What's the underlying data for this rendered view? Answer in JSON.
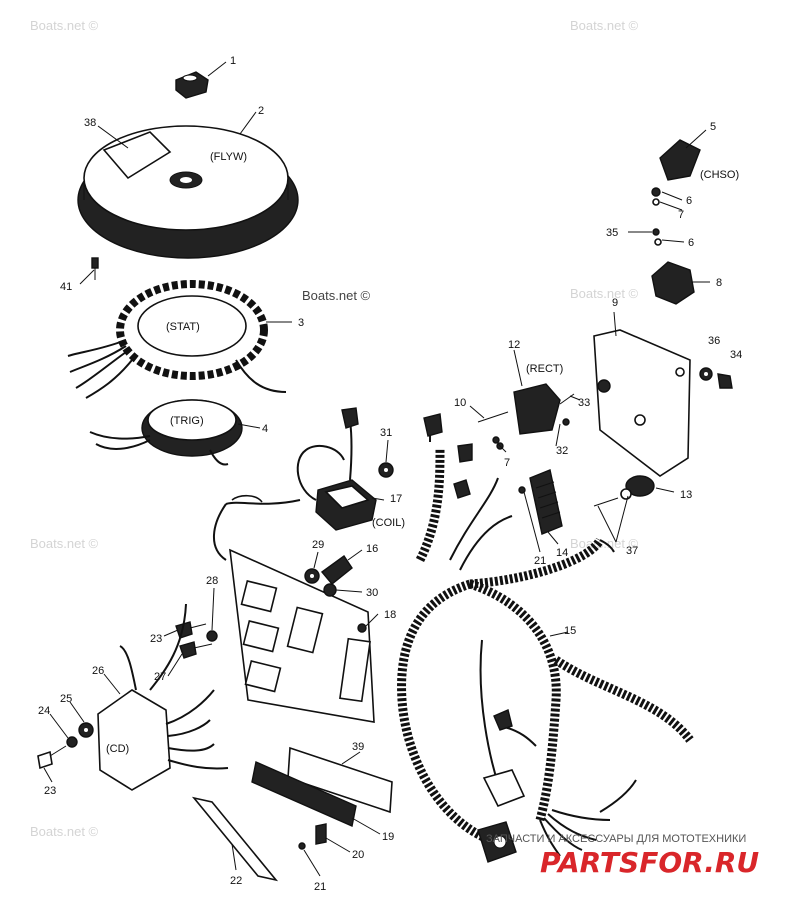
{
  "watermark": "Boats.net ©",
  "watermark_center": "Boats.net ©",
  "part_labels": {
    "flyw": "(FLYW)",
    "chso": "(CHSO)",
    "stat": "(STAT)",
    "trig": "(TRIG)",
    "rect": "(RECT)",
    "coil": "(COIL)",
    "cd": "(CD)"
  },
  "callouts": [
    "1",
    "38",
    "2",
    "5",
    "6",
    "7",
    "35",
    "6",
    "8",
    "41",
    "3",
    "9",
    "12",
    "36",
    "34",
    "10",
    "33",
    "7",
    "32",
    "4",
    "31",
    "17",
    "13",
    "21",
    "14",
    "37",
    "29",
    "16",
    "28",
    "30",
    "18",
    "23",
    "15",
    "27",
    "26",
    "25",
    "24",
    "39",
    "23",
    "19",
    "20",
    "22",
    "21"
  ],
  "footer_text": "ЗАПЧАСТИ И АКСЕССУАРЫ ДЛЯ МОТОТЕХНИКИ",
  "brand_text": "PARTSFOR.RU",
  "colors": {
    "ink": "#111111",
    "brand": "#d9262a",
    "watermark": "#d4d4d4"
  }
}
